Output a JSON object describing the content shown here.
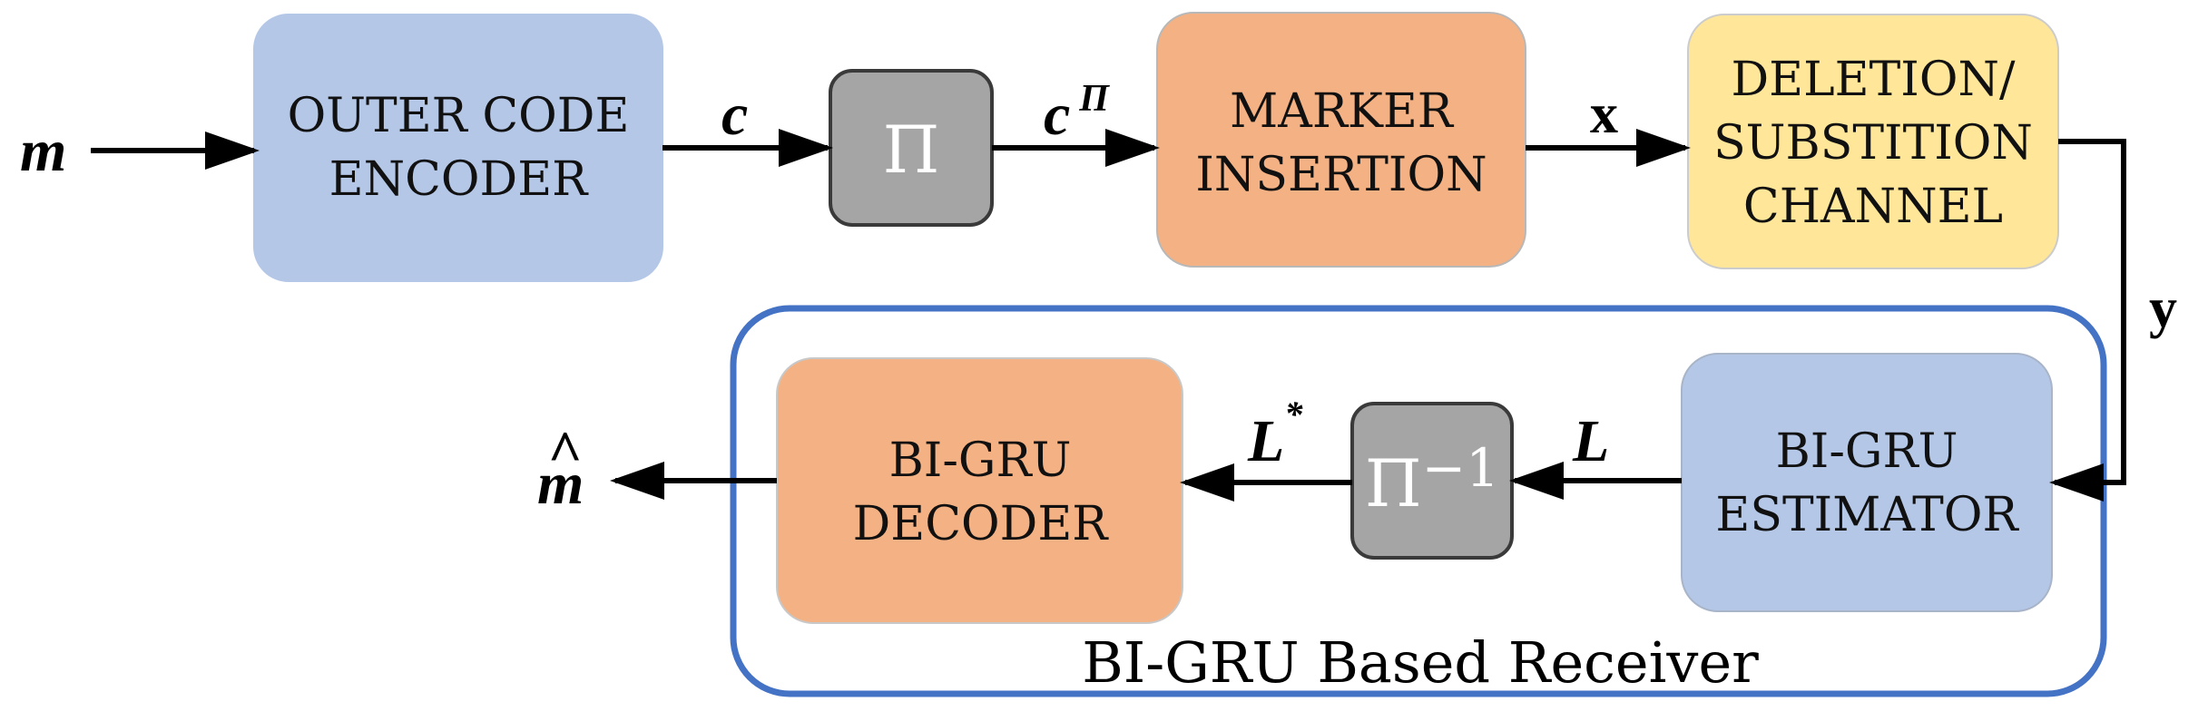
{
  "blocks": {
    "outer_encoder": {
      "line1": "OUTER CODE",
      "line2": "ENCODER"
    },
    "interleaver": {
      "label": "Π"
    },
    "marker_insertion": {
      "line1": "MARKER",
      "line2": "INSERTION"
    },
    "channel": {
      "line1": "DELETION/",
      "line2": "SUBSTITION",
      "line3": "CHANNEL"
    },
    "estimator": {
      "line1": "BI-GRU",
      "line2": "ESTIMATOR"
    },
    "deinterleaver": {
      "label": "Π",
      "exponent": "−1"
    },
    "decoder": {
      "line1": "BI-GRU",
      "line2": "DECODER"
    }
  },
  "signals": {
    "input_m": "m",
    "c": "c",
    "c_pi": "c",
    "c_pi_sup": "Π",
    "x": "x",
    "y": "y",
    "L": "L",
    "L_star": "L",
    "L_star_sup": "*",
    "m_hat": "m",
    "m_hat_accent": "^"
  },
  "receiver": {
    "title": "BI-GRU Based Receiver"
  },
  "colors": {
    "blue_block": "#b4c7e7",
    "orange_block": "#f4b183",
    "yellow_block": "#ffe699",
    "gray_block": "#a5a5a5",
    "receiver_border": "#4472c4"
  }
}
